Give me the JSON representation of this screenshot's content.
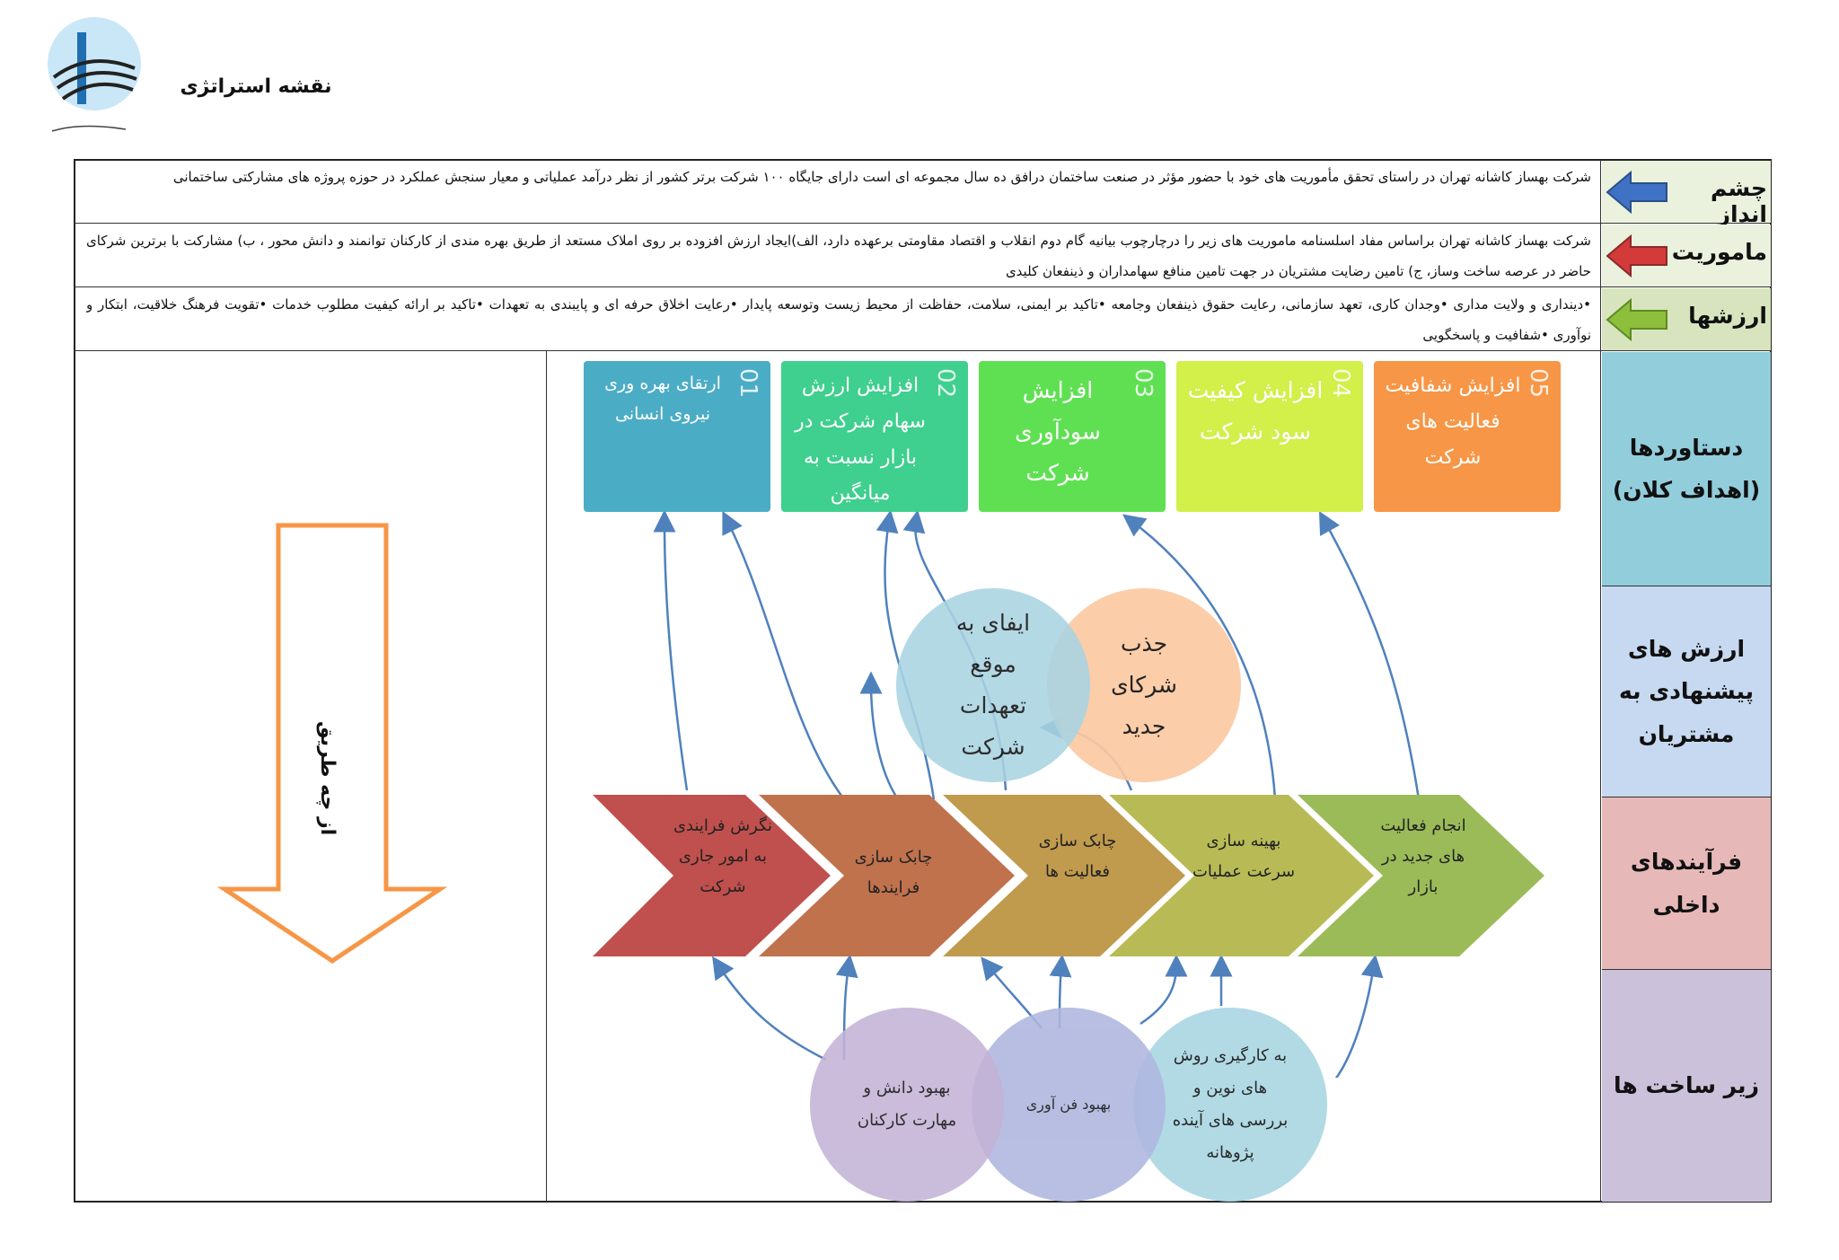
{
  "header": {
    "title": "نقشه استراتژی"
  },
  "rows_top": [
    {
      "label": "چشم انداز",
      "text": "شرکت بهساز کاشانه تهران در راستای تحقق مأموریت های خود با حضور مؤثر در صنعت ساختمان درافق ده سال مجموعه ای است دارای جایگاه ۱۰۰ شرکت برتر کشور از نظر درآمد عملیاتی و معیار سنجش عملکرد در حوزه پروژه های مشارکتی ساختمانی",
      "arrow_color": "#3f72c4"
    },
    {
      "label": "ماموریت",
      "text": "شرکت بهساز کاشانه تهران براساس مفاد اسلسنامه ماموریت های زیر را درچارچوب بیانیه گام دوم انقلاب و اقتصاد مقاومتی برعهده دارد، الف)ایجاد ارزش افزوده بر روی املاک مستعد از طریق بهره مندی از کارکنان توانمند و دانش محور ، ب) مشارکت با برترین شرکای حاضر در عرصه ساخت وساز، ج) تامین رضایت مشتریان در جهت تامین منافع سهامداران و ذینفعان کلیدی",
      "arrow_color": "#d33a3a"
    },
    {
      "label": "ارزشها",
      "text": "•دینداری و ولایت مداری •وجدان کاری، تعهد سازمانی، رعایت حقوق ذینفعان وجامعه •تاکید بر ایمنی، سلامت، حفاظت از محیط زیست وتوسعه پایدار •رعایت اخلاق حرفه ای و پایبندی به تعهدات •تاکید بر ارائه کیفیت مطلوب خدمات •تقویت فرهنگ خلاقیت، ابتکار و نوآوری •شفافیت و پاسخگویی",
      "arrow_color": "#8dbf3c"
    }
  ],
  "rows_side": [
    {
      "label": "دستاوردها (اهداف کلان)",
      "color": "#92cddc"
    },
    {
      "label": "ارزش های پیشنهادی به مشتریان",
      "color": "#c6d9f0"
    },
    {
      "label": "فرآیندهای داخلی",
      "color": "#e6b9b8"
    },
    {
      "label": "زیر ساخت ها",
      "color": "#ccc1da"
    }
  ],
  "goals": [
    {
      "num": "01",
      "text": "ارتقای بهره وری نیروی انسانی",
      "color": "#4bacc6"
    },
    {
      "num": "02",
      "text": "افزایش ارزش سهام شرکت در بازار نسبت به میانگین",
      "color": "#3fcf8e"
    },
    {
      "num": "03",
      "text": "افزایش سودآوری شرکت",
      "color": "#5fe053"
    },
    {
      "num": "04",
      "text": "افزایش کیفیت سود شرکت",
      "color": "#d2ef4a"
    },
    {
      "num": "05",
      "text": "افزایش شفافیت فعالیت های شرکت",
      "color": "#f79646"
    }
  ],
  "customer_values": [
    {
      "text": "ایفای به موقع تعهدات شرکت",
      "color": "#a9d4e2"
    },
    {
      "text": "جذب شرکای جدید",
      "color": "#fbc9a2"
    }
  ],
  "processes": [
    {
      "text": "نگرش فرایندی به امور جاری شرکت",
      "color": "#c0504d"
    },
    {
      "text": "چابک سازی فرایندها",
      "color": "#c0724d"
    },
    {
      "text": "چابک سازی فعالیت ها",
      "color": "#c09a4d"
    },
    {
      "text": "بهینه سازی سرعت عملیات",
      "color": "#b8bb55"
    },
    {
      "text": "انجام فعالیت های جدید در بازار",
      "color": "#9bbb59"
    }
  ],
  "infrastructure": [
    {
      "text": "بهبود دانش و مهارت کارکنان",
      "color": "#c3b3d6"
    },
    {
      "text": "بهبود فن آوری",
      "color": "#aeb6df"
    },
    {
      "text": "به کارگیری روش های نوین و بررسی های آینده پژوهانه",
      "color": "#a9d6e3"
    }
  ],
  "side_note": "از چه طریق",
  "colors": {
    "flow_arrow": "#4f81bd",
    "down_arrow": "#f79646"
  }
}
